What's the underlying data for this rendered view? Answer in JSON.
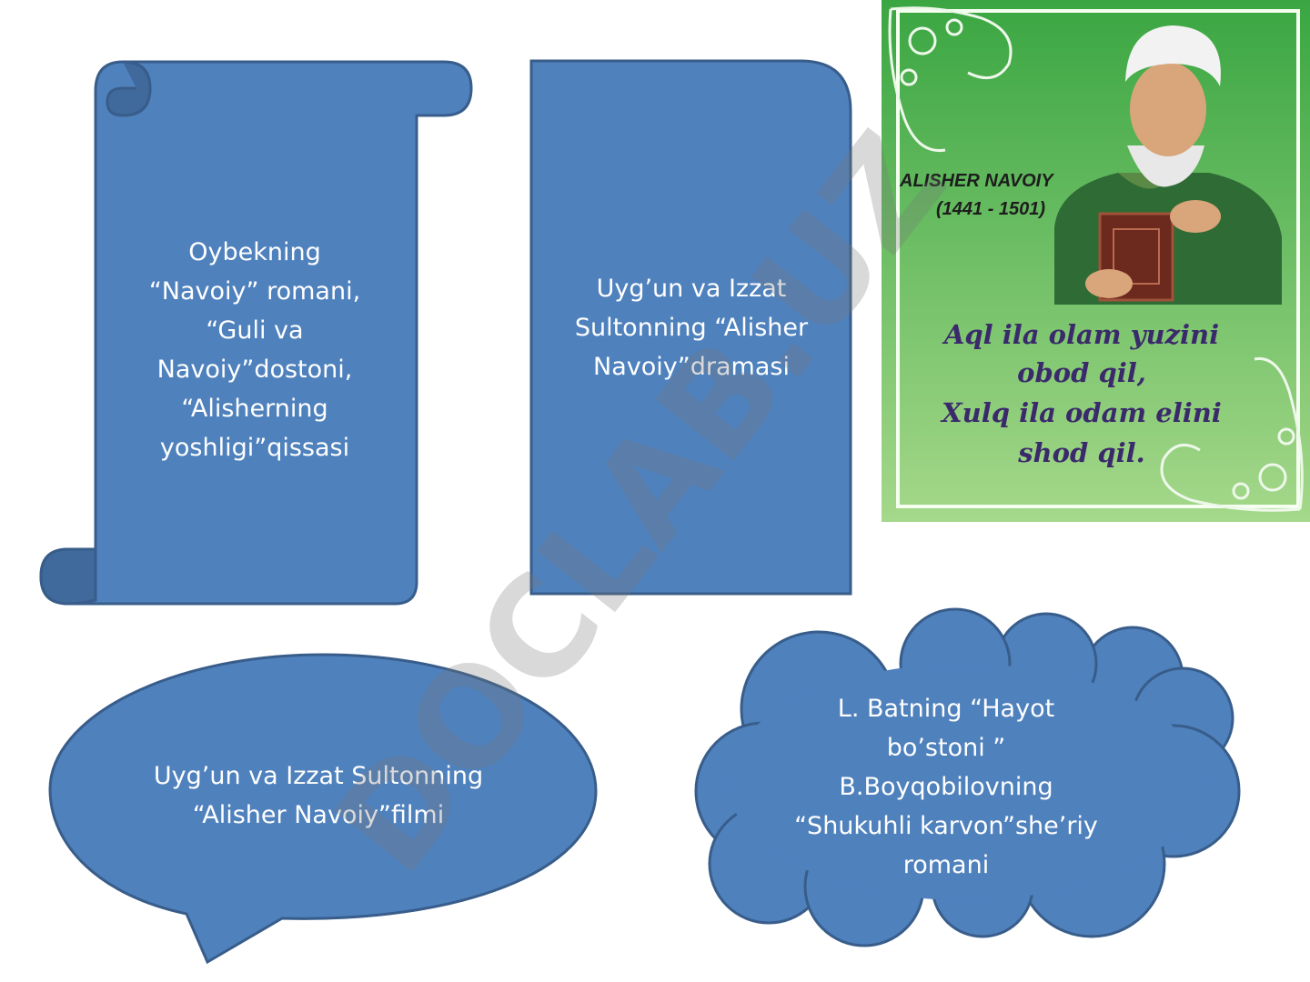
{
  "scroll": {
    "text": "Oybekning \n“Navoiy” romani,\n“Guli va \nNavoiy”dostoni,\n“Alisherning \nyoshligi”qissasi"
  },
  "card": {
    "text": "Uyg’un va Izzat\nSultonning  “Alisher\nNavoiy”dramasi"
  },
  "speech_bubble": {
    "text": "Uyg’un va Izzat Sultonning \n“Alisher Navoiy”filmi"
  },
  "cloud": {
    "text": "L. Batning “Hayot\nbo’stoni ”\nB.Boyqobilovning \n“Shukuhli karvon”she’riy\nromani"
  },
  "poster": {
    "name": "ALISHER NAVOIY",
    "years": "(1441 - 1501)",
    "quote_lines": [
      "Aql ila olam yuzini",
      "obod qil,",
      "Xulq ila odam elini",
      "shod qil."
    ]
  },
  "watermark": {
    "text": "DOCLAB.UZ"
  },
  "colors": {
    "shape_fill": "#4f81bd",
    "shape_stroke": "#385d8a",
    "poster_green": "#7cc46b"
  }
}
